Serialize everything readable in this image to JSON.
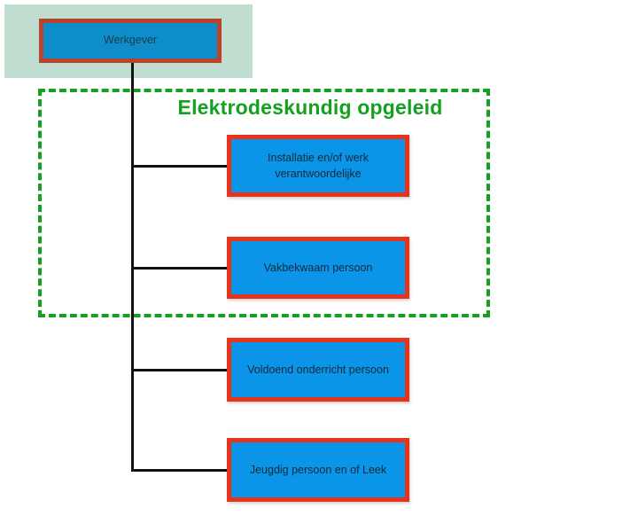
{
  "diagram": {
    "root": {
      "label": "Werkgever",
      "fill_color": "#0d8ecb",
      "border_color": "#b9432b"
    },
    "group": {
      "title": "Elektrodeskundig opgeleid",
      "title_color": "#14a020",
      "border_color": "#14a020",
      "border_style": "dashed"
    },
    "backdrop": {
      "color": "#bfded0"
    },
    "nodes": [
      {
        "label": "Installatie en/of  werk\nverantwoordelijke",
        "fill_color": "#0b95e8",
        "border_color": "#e8331c",
        "in_group": true
      },
      {
        "label": "Vakbekwaam persoon",
        "fill_color": "#0b95e8",
        "border_color": "#e8331c",
        "in_group": true
      },
      {
        "label": "Voldoend onderricht persoon",
        "fill_color": "#0b95e8",
        "border_color": "#e8331c",
        "in_group": false
      },
      {
        "label": "Jeugdig persoon en of Leek",
        "fill_color": "#0b95e8",
        "border_color": "#e8331c",
        "in_group": false
      }
    ],
    "connector_color": "#111111"
  }
}
